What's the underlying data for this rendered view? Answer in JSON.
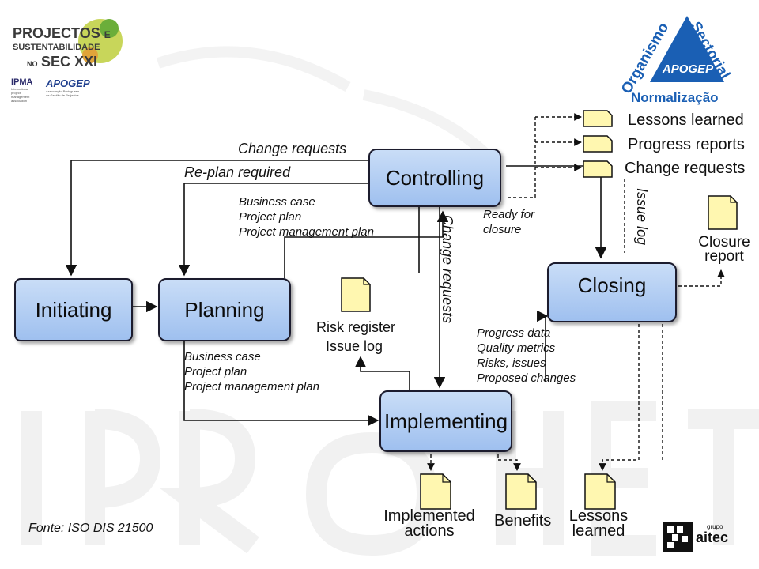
{
  "header": {
    "event_logo": {
      "line1": "PROJECTOS",
      "line1_suffix": "E",
      "line2": "SUSTENTABILIDADE",
      "line3_prefix": "NO",
      "line3": "SEC XXI"
    },
    "ipma": {
      "name": "IPMA",
      "lines": [
        "International",
        "project",
        "management",
        "association"
      ]
    },
    "apogep": {
      "name": "APOGEP",
      "lines": [
        "Associação Portuguesa",
        "de Gestão de Projectos"
      ]
    },
    "badge": {
      "left": "Organismo",
      "right": "Sectorial",
      "center": "APOGEP",
      "bottom": "Normalização"
    },
    "colors": {
      "badge": "#1a5fb4",
      "badge_text": "#1a5fb4",
      "box_fill": "#b6d0f3",
      "box_border": "#1c1c2e"
    }
  },
  "processes": {
    "initiating": "Initiating",
    "planning": "Planning",
    "controlling": "Controlling",
    "implementing": "Implementing",
    "closing": "Closing"
  },
  "labels": {
    "change_requests_top": "Change requests",
    "replan_required": "Re-plan required",
    "planning_outputs_top": [
      "Business case",
      "Project plan",
      "Project management plan"
    ],
    "planning_outputs_bottom": [
      "Business case",
      "Project plan",
      "Project management plan"
    ],
    "risk_register": "Risk register",
    "issue_log": "Issue log",
    "change_requests_vertical": "Change requests",
    "ready_for_closure": [
      "Ready for",
      "closure"
    ],
    "progress_items": [
      "Progress data",
      "Quality metrics",
      "Risks, issues",
      "Proposed changes"
    ],
    "issue_log_vertical": "Issue log",
    "right_outputs": [
      "Lessons learned",
      "Progress reports",
      "Change requests"
    ],
    "closure_report": [
      "Closure",
      "report"
    ],
    "bottom_outputs": {
      "implemented_actions": [
        "Implemented",
        "actions"
      ],
      "benefits": "Benefits",
      "lessons_learned": [
        "Lessons",
        "learned"
      ]
    }
  },
  "footer": {
    "source": "Fonte: ISO DIS 21500",
    "aitec_brand": "aitec",
    "aitec_group": "grupo"
  }
}
